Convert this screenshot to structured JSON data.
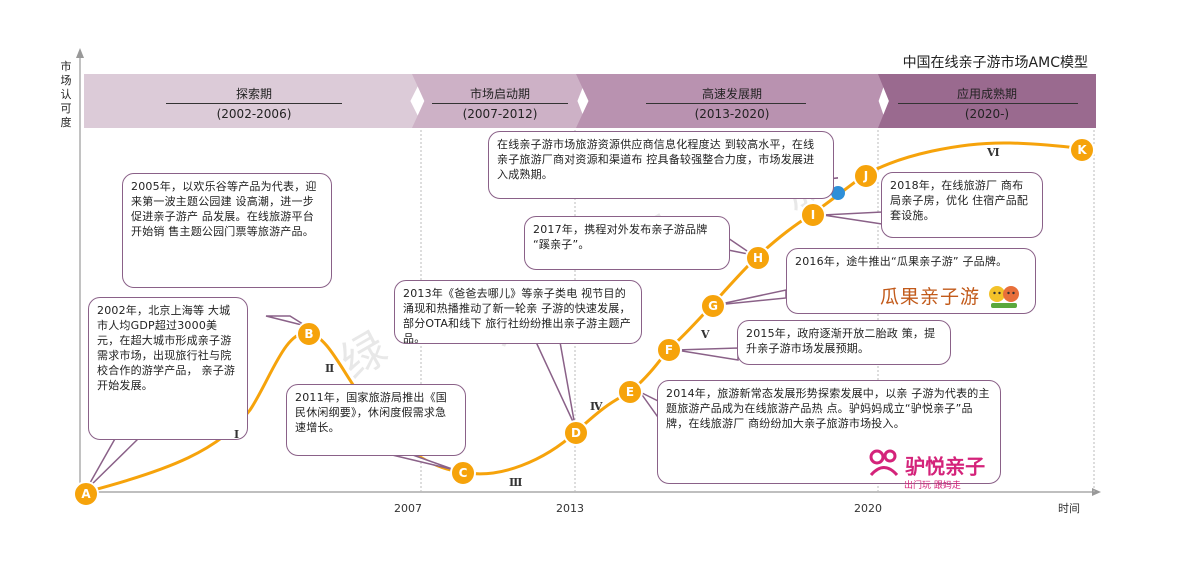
{
  "title": "中国在线亲子游市场AMC模型",
  "axis": {
    "y_label": [
      "市",
      "场",
      "认",
      "可",
      "度"
    ],
    "x_label": "时间",
    "ticks": [
      "2007",
      "2013",
      "2020"
    ]
  },
  "phases": [
    {
      "name": "探索期",
      "years": "(2002-2006)"
    },
    {
      "name": "市场启动期",
      "years": "(2007-2012)"
    },
    {
      "name": "高速发展期",
      "years": "(2013-2020)"
    },
    {
      "name": "应用成熟期",
      "years": "(2020-)"
    }
  ],
  "nodes": [
    "A",
    "B",
    "C",
    "D",
    "E",
    "F",
    "G",
    "H",
    "I",
    "J",
    "K"
  ],
  "romans": [
    "Ⅰ",
    "Ⅱ",
    "Ⅲ",
    "Ⅳ",
    "Ⅴ",
    "Ⅵ"
  ],
  "callouts": {
    "a": "2002年，北京上海等 大城市人均GDP超过3000美元，在超大城市形成亲子游需求市场，出现旅行社与院 校合作的游学产品， 亲子游开始发展。",
    "b": "2005年，以欢乐谷等产品为代表，迎来第一波主题公园建 设高潮，进一步促进亲子游产 品发展。在线旅游平台开始销 售主题公园门票等旅游产品。",
    "c": "2011年，国家旅游局推出《国民休闲纲要》，休闲度假需求急速增长。",
    "d": "2013年《爸爸去哪儿》等亲子类电 视节目的涌现和热播推动了新一轮亲 子游的快速发展，部分OTA和线下 旅行社纷纷推出亲子游主题产品。",
    "e": "2014年，旅游新常态发展形势探索发展中，以亲 子游为代表的主题旅游产品成为在线旅游产品热 点。驴妈妈成立“驴悦亲子”品牌，在线旅游厂 商纷纷加大亲子旅游市场投入。",
    "f": "2015年，政府逐渐开放二胎政 策，提升亲子游市场发展预期。",
    "g": "2016年，途牛推出“瓜果亲子游” 子品牌。",
    "h": "2017年，携程对外发布亲子游品牌 “蹊亲子”。",
    "i": "2018年，在线旅游厂 商布局亲子房，优化 住宿产品配套设施。",
    "j": "在线亲子游市场旅游资源供应商信息化程度达 到较高水平，在线亲子旅游厂商对资源和渠道布 控具备较强整合力度，市场发展进入成熟期。"
  },
  "logos": {
    "guaguo": "瓜果亲子游",
    "lvyue": "驴悦亲子",
    "lvyue_sub": "出门玩  跟妈走"
  },
  "colors": {
    "curve": "#f6a30b",
    "node": "#f6a30b",
    "box_border": "#8a6188"
  }
}
